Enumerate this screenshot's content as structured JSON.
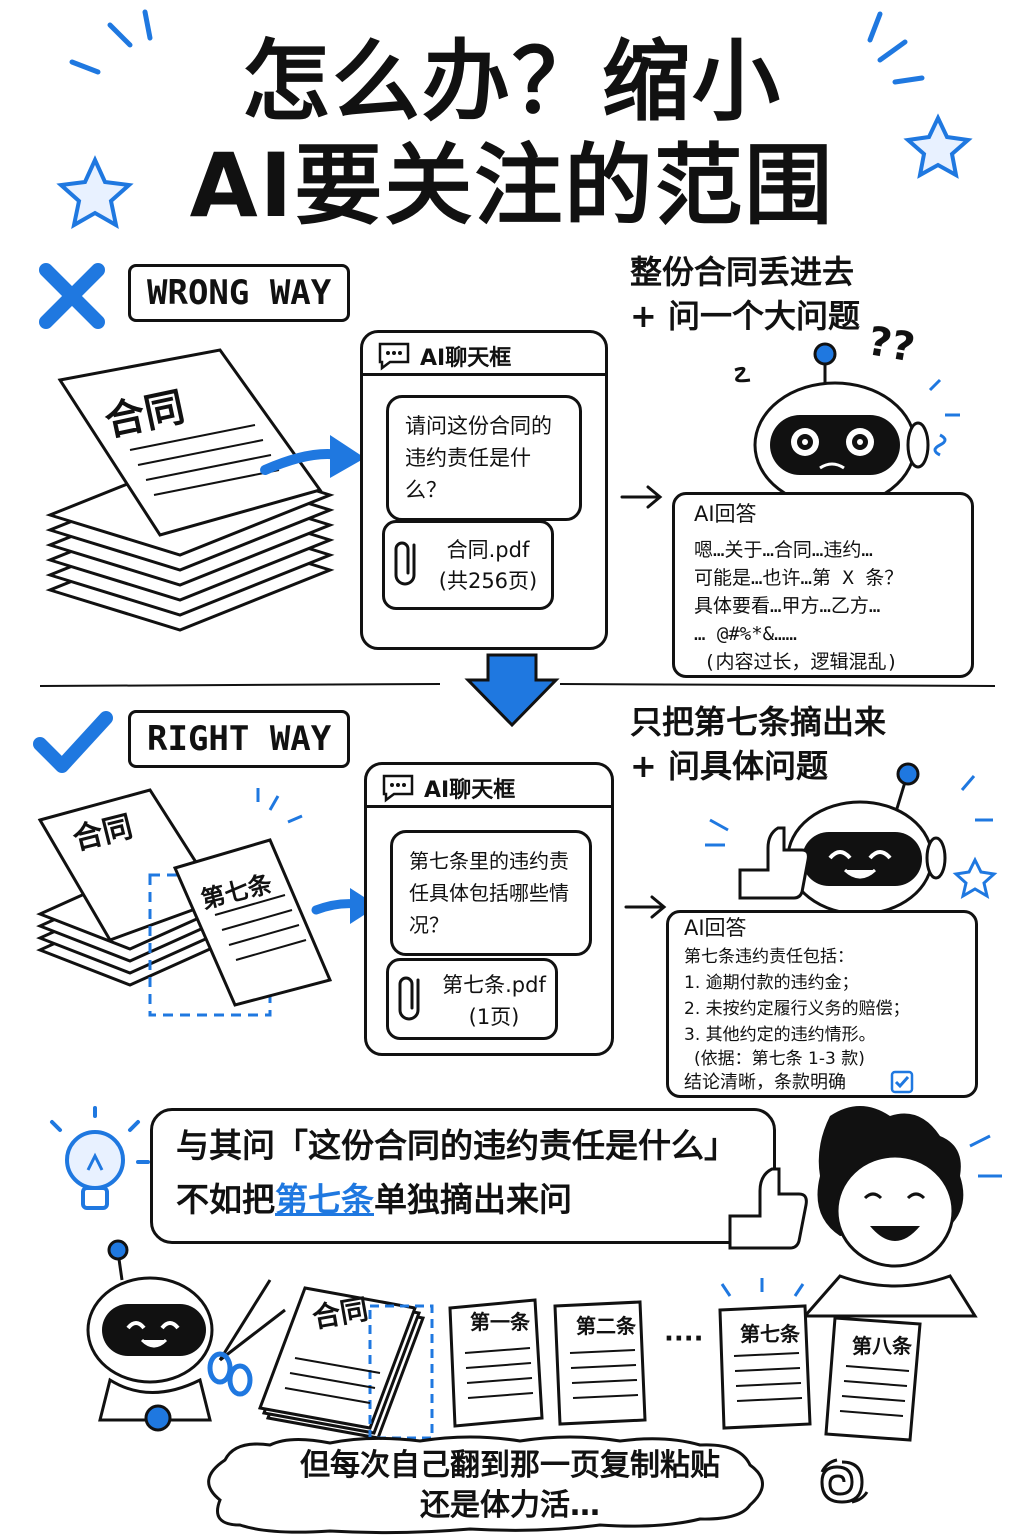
{
  "title": {
    "line1": "怎么办？缩小",
    "line2": "AI要关注的范围"
  },
  "wrong": {
    "tag": "WRONG WAY",
    "caption_line1": "整份合同丢进去",
    "caption_line2": "+ 问一个大问题",
    "doc_label": "合同",
    "chat_title": "AI聊天框",
    "question": "请问这份合同的违约责任是什么？",
    "attachment_name": "合同.pdf",
    "attachment_pages": "(共256页)",
    "reply_title": "AI回答",
    "reply_lines": [
      "嗯…关于…合同…违约…",
      "可能是…也许…第 X 条？",
      "具体要看…甲方…乙方…",
      "… @#%*&……",
      "(内容过长，逻辑混乱)"
    ],
    "confused_marks": "??"
  },
  "right": {
    "tag": "RIGHT WAY",
    "caption_line1": "只把第七条摘出来",
    "caption_line2": "+ 问具体问题",
    "doc_label": "合同",
    "clause_label": "第七条",
    "chat_title": "AI聊天框",
    "question": "第七条里的违约责任具体包括哪些情况？",
    "attachment_name": "第七条.pdf",
    "attachment_pages": "(1页)",
    "reply_title": "AI回答",
    "reply_lines": [
      "第七条违约责任包括：",
      "1. 逾期付款的违约金；",
      "2. 未按约定履行义务的赔偿；",
      "3. 其他约定的违约情形。",
      "(依据：第七条 1-3 款)",
      "结论清晰，条款明确"
    ]
  },
  "tip": {
    "line1": "与其问「这份合同的违约责任是什么」",
    "line2_pre": "不如把",
    "line2_highlight": "第七条",
    "line2_post": "单独摘出来问"
  },
  "pages": {
    "contract": "合同",
    "items": [
      "第一条",
      "第二条",
      "第七条",
      "第八条"
    ],
    "ellipsis": "····"
  },
  "bottom": {
    "line1": "但每次自己翻到那一页复制粘贴",
    "line2": "还是体力活…"
  },
  "colors": {
    "accent": "#1f78e0",
    "ink": "#111111"
  }
}
